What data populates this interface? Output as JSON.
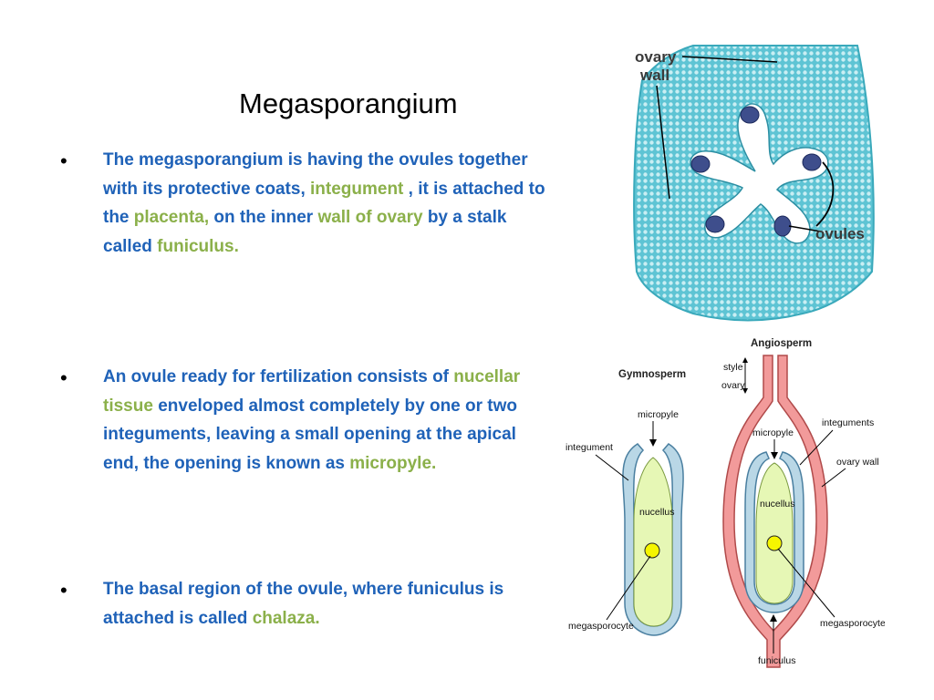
{
  "title": "Megasporangium",
  "bullets": [
    {
      "symbol": "•",
      "parts": [
        {
          "text": "The megasporangium is having the ovules together with its protective coats, ",
          "highlight": false
        },
        {
          "text": "integument",
          "highlight": true
        },
        {
          "text": " , it is attached to the ",
          "highlight": false
        },
        {
          "text": "placenta,",
          "highlight": true
        },
        {
          "text": " on the inner ",
          "highlight": false
        },
        {
          "text": "wall of ovary",
          "highlight": true
        },
        {
          "text": " by a stalk called ",
          "highlight": false
        },
        {
          "text": "funiculus.",
          "highlight": true
        }
      ]
    },
    {
      "symbol": "•",
      "parts": [
        {
          "text": "An ovule ready for fertilization consists of ",
          "highlight": false
        },
        {
          "text": "nucellar tissue",
          "highlight": true
        },
        {
          "text": " enveloped almost completely by one or two integuments, leaving a small opening at the apical end, the opening is known as ",
          "highlight": false
        },
        {
          "text": "micropyle.",
          "highlight": true
        }
      ]
    },
    {
      "symbol": "•",
      "parts": [
        {
          "text": "The basal region of the ovule, where funiculus is attached is called ",
          "highlight": false
        },
        {
          "text": "chalaza.",
          "highlight": true
        }
      ]
    }
  ],
  "photo": {
    "label_ovary": "ovary",
    "label_wall": "wall",
    "label_ovules": "ovules"
  },
  "diagram": {
    "gymnosperm": "Gymnosperm",
    "angiosperm": "Angiosperm",
    "micropyle": "micropyle",
    "integument": "integument",
    "integuments": "integuments",
    "nucellus": "nucellus",
    "megasporocyte": "megasporocyte",
    "style": "style",
    "ovary": "ovary",
    "ovary_wall": "ovary wall",
    "funiculus": "funiculus"
  },
  "colors": {
    "text_blue": "#1f62b8",
    "highlight_green": "#8bb04a",
    "tissue_cyan": "#5cc6d6",
    "ovary_wall_pink": "#f29a9a",
    "integument_blue": "#b9d7e6",
    "nucellus_green": "#e6f7b5",
    "megasporocyte_yellow": "#f5f500"
  }
}
